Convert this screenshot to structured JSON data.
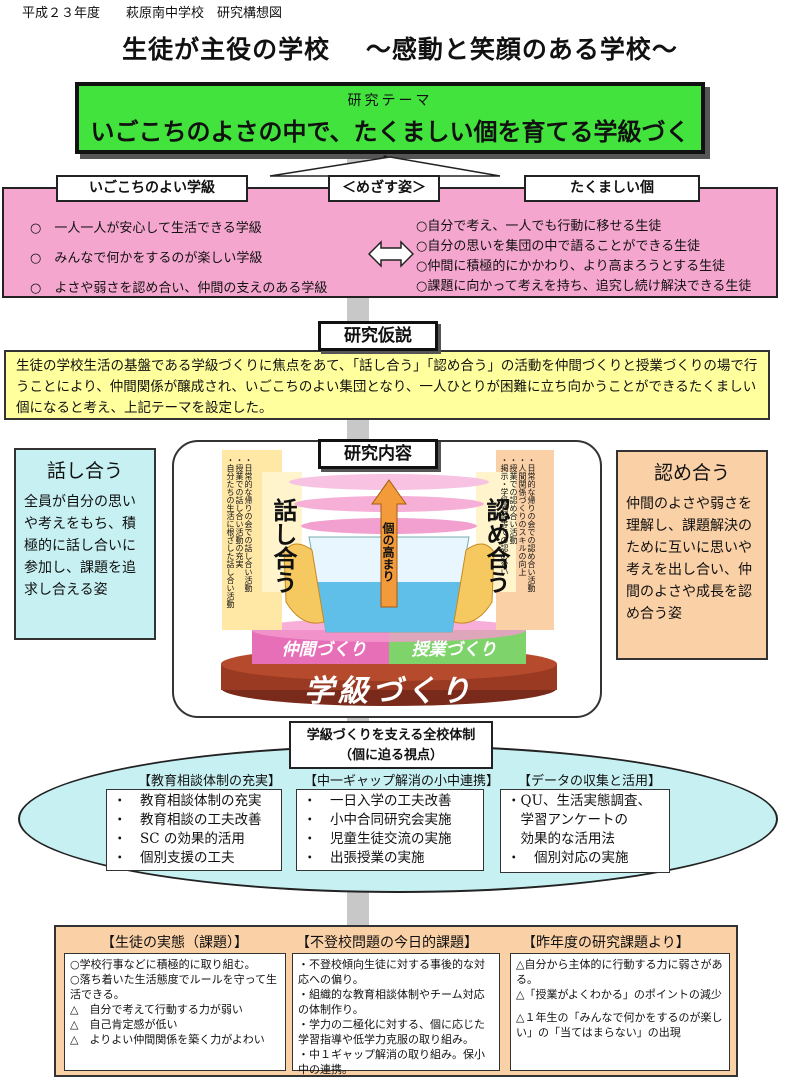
{
  "header": {
    "year_school": "平成２３年度　　萩原南中学校　研究構想図"
  },
  "main_title": "生徒が主役の学校　 ～感動と笑顔のある学校～",
  "theme": {
    "label": "研究テーマ",
    "text": "いごこちのよさの中で、たくましい個を育てる学級づくり"
  },
  "goals": {
    "left_title": "いごこちのよい学級",
    "center_title": "＜めざす姿＞",
    "right_title": "たくましい個",
    "left_items": [
      "○　一人一人が安心して生活できる学級",
      "○　みんなで何かをするのが楽しい学級",
      "○　よさや弱さを認め合い、仲間の支えのある学級"
    ],
    "right_items": [
      "○自分で考え、一人でも行動に移せる生徒",
      "○自分の思いを集団の中で語ることができる生徒",
      "○仲間に積極的にかかわり、より高まろうとする生徒",
      "○課題に向かって考えを持ち、追究し続け解決できる生徒"
    ]
  },
  "hypothesis": {
    "label": "研究仮説",
    "text": "生徒の学校生活の基盤である学級づくりに焦点をあて、「話し合う」「認め合う」の活動を仲間づくりと授業づくりの場で行うことにより、仲間関係が醸成され、いごこちのよい集団となり、一人ひとりが困難に立ち向かうことができるたくましい個になると考え、上記テーマを設定した。"
  },
  "content": {
    "label": "研究内容",
    "left_title": "話し合う",
    "left_text": "全員が自分の思いや考えをもち、積極的に話し合いに参加し、課題を追求し合える姿",
    "right_title": "認め合う",
    "right_text": "仲間のよさや弱さを理解し、課題解決のために互いに思いや考えを出し合い、仲間のよさや成長を認め合う姿",
    "cup_left_big": "話し合う",
    "cup_right_big": "認め合う",
    "cup_left_notes": [
      "・日常的な帰りの会での話し合い活動",
      "・授業での話し合い活動の充実",
      "・自分たちの生活に根ざした話し合い活動"
    ],
    "cup_right_notes": [
      "・日常的な帰りの会での認め合い活動",
      "・人間関係づくりのスキルの向上",
      "・授業での認め合い活動",
      "・掲示・学級通信等での認め合い"
    ],
    "arrow_label": "個の高まり",
    "tier_left": "仲間づくり",
    "tier_right": "授業づくり",
    "base": "学級づくり"
  },
  "support": {
    "label_line1": "学級づくりを支える全校体制",
    "label_line2": "（個に迫る視点）",
    "columns": [
      {
        "title": "【教育相談体制の充実】",
        "items": [
          "・　教育相談体制の充実",
          "・　教育相談の工夫改善",
          "・　SC の効果的活用",
          "・　個別支援の工夫"
        ]
      },
      {
        "title": "【中一ギャップ解消の小中連携】",
        "items": [
          "・　一日入学の工夫改善",
          "・　小中合同研究会実施",
          "・　児童生徒交流の実施",
          "・　出張授業の実施"
        ]
      },
      {
        "title": "【データの収集と活用】",
        "items": [
          "・QU、生活実態調査、",
          "　学習アンケートの",
          "　効果的な活用法",
          "・　個別対応の実施"
        ]
      }
    ]
  },
  "background": {
    "columns": [
      {
        "title": "【生徒の実態（課題）】",
        "items": [
          "○学校行事などに積極的に取り組む。",
          "○落ち着いた生活態度でルールを守って生活できる。",
          "△　自分で考えて行動する力が弱い",
          "△　自己肯定感が低い",
          "△　よりよい仲間関係を築く力がよわい"
        ]
      },
      {
        "title": "【不登校問題の今日的課題】",
        "items": [
          "・不登校傾向生徒に対する事後的な対応への偏り。",
          "・組織的な教育相談体制やチーム対応の体制作り。",
          "・学力の二極化に対する、個に応じた学習指導や低学力克服の取り組み。",
          "・中１ギャップ解消の取り組み。保小中の連携。"
        ]
      },
      {
        "title": "【昨年度の研究課題より】",
        "items": [
          "△自分から主体的に行動する力に弱さがある。",
          "△「授業がよくわかる」のポイントの減少",
          "",
          "△１年生の「みんなで何かをするのが楽しい」の「当てはまらない」の出現"
        ]
      }
    ]
  }
}
